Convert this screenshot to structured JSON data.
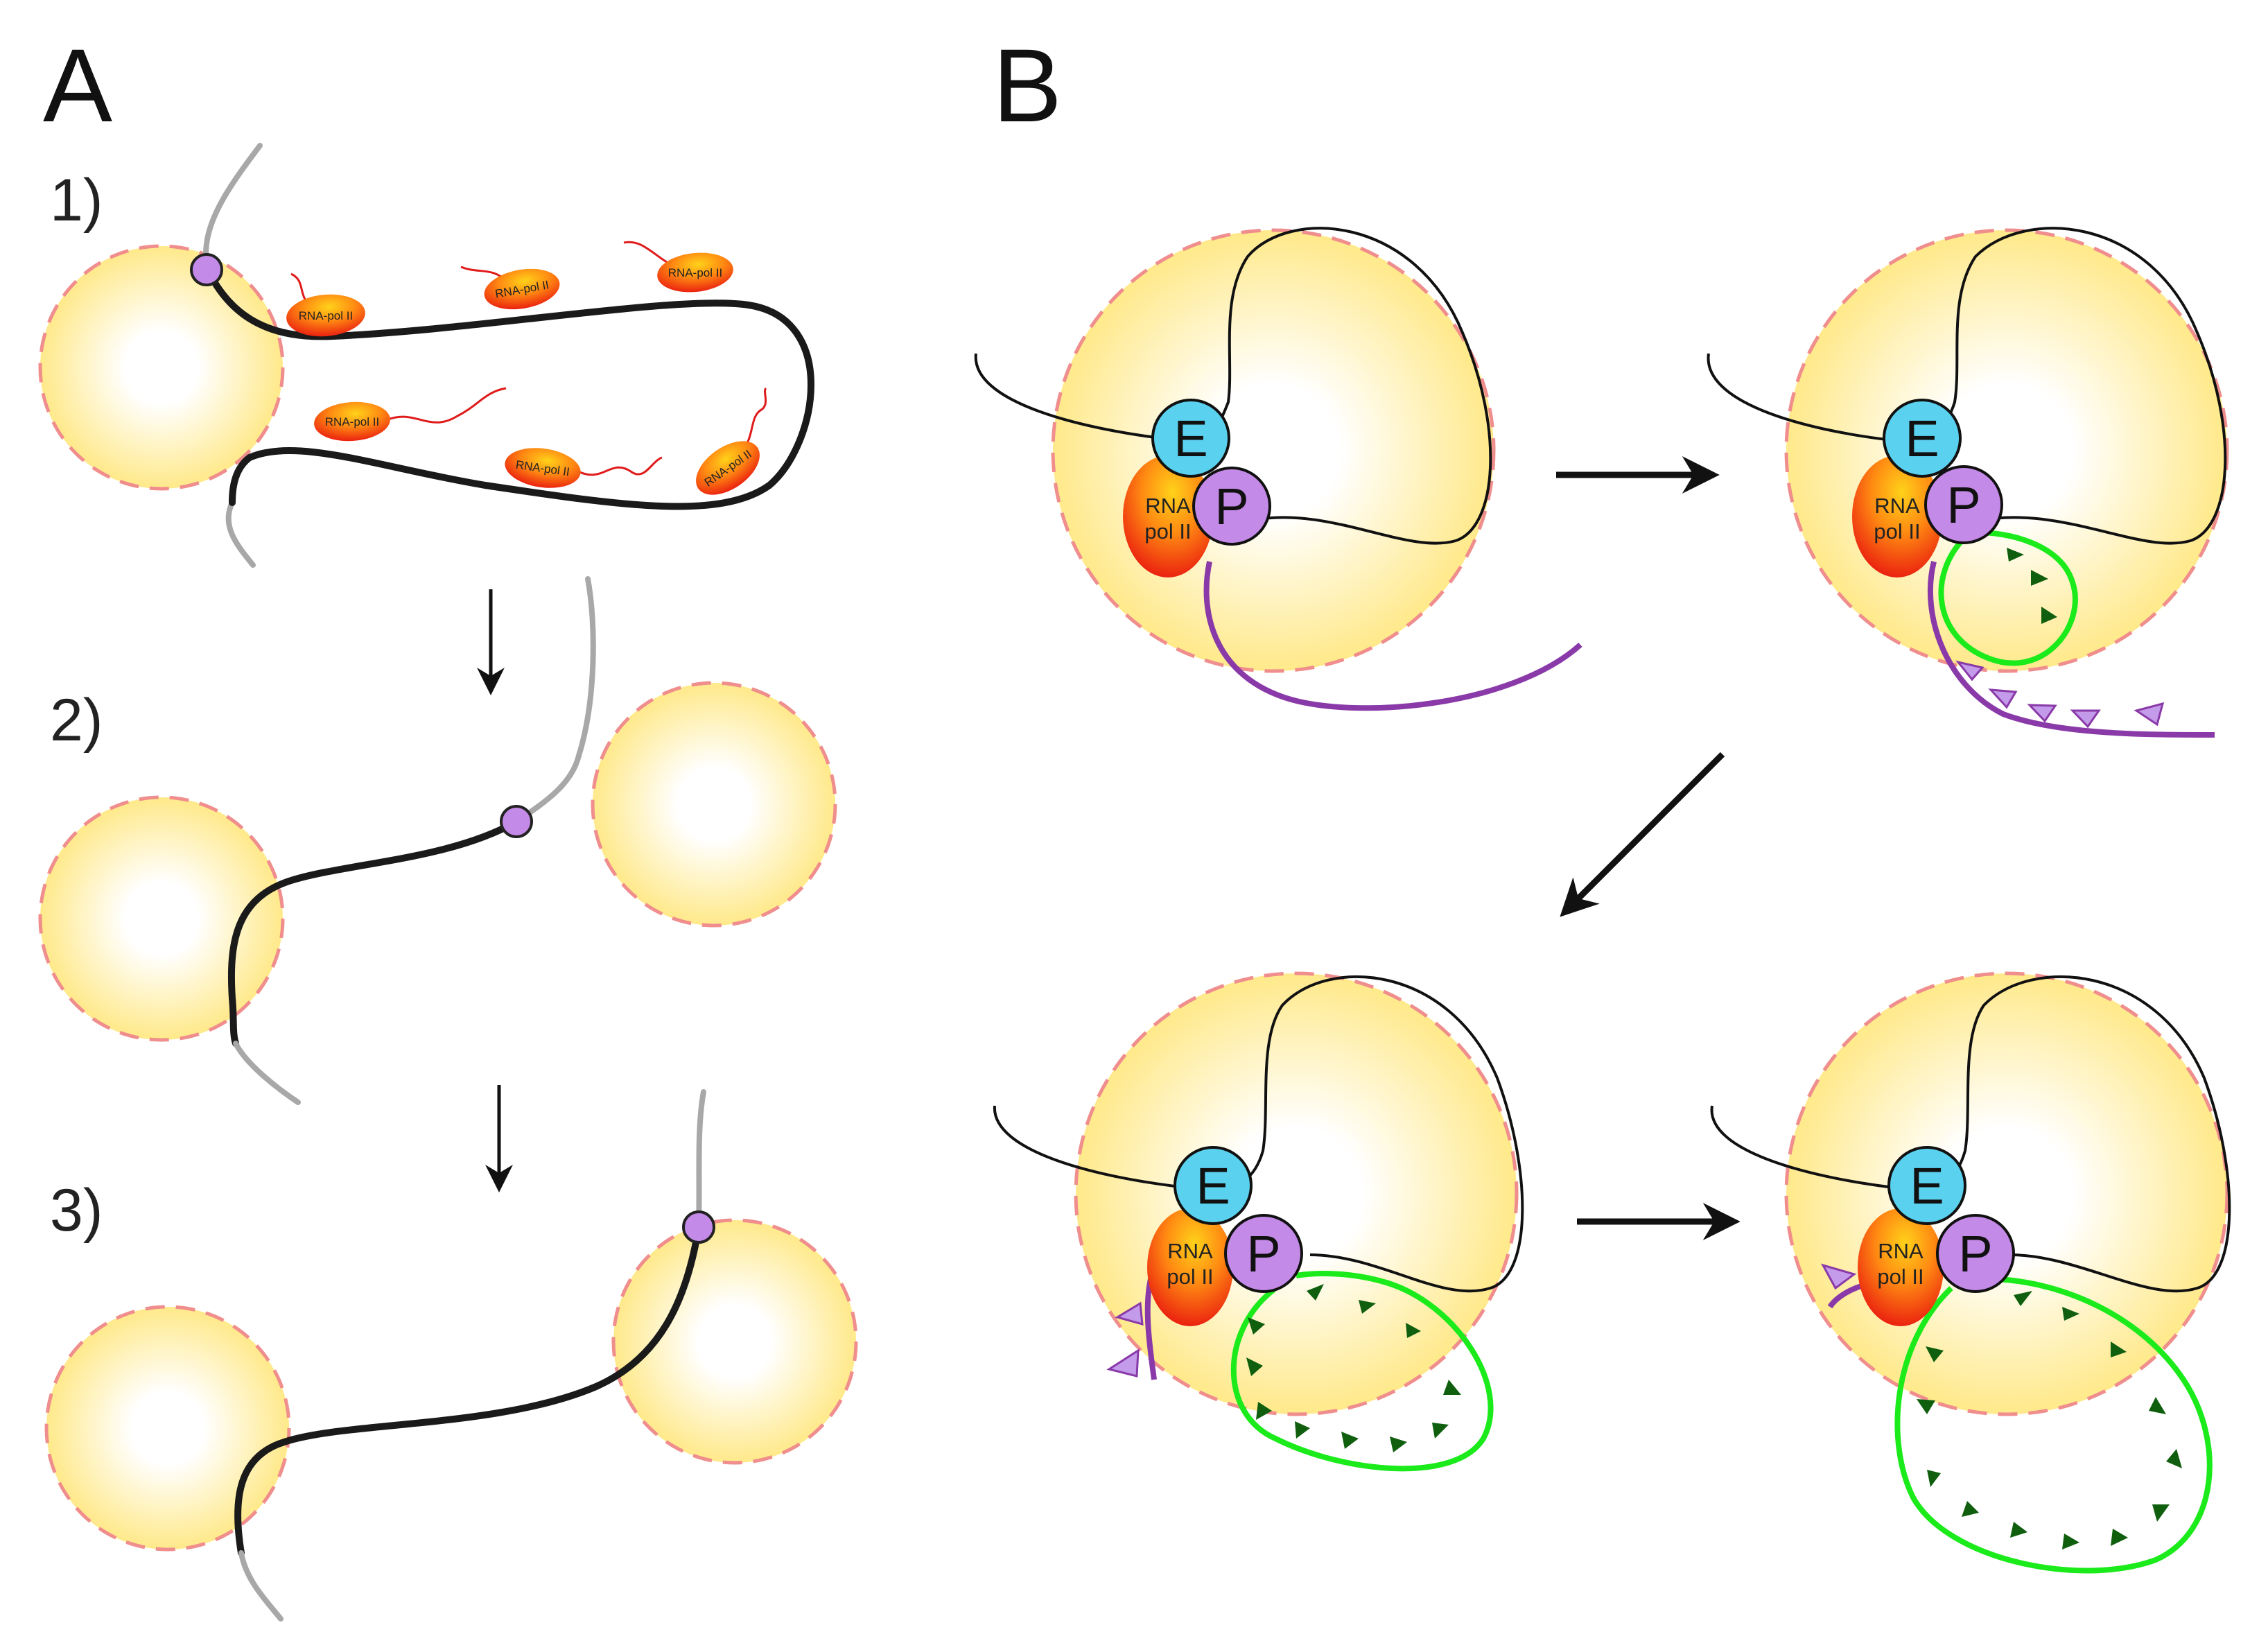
{
  "panels": {
    "a": {
      "label": "A"
    },
    "b": {
      "label": "B"
    }
  },
  "steps": [
    "1)",
    "2)",
    "3)"
  ],
  "labels": {
    "rnapol_small": "RNA-pol II",
    "rnapol_line1": "RNA",
    "rnapol_line2": "pol II",
    "enhancer": "E",
    "promoter": "P"
  },
  "colors": {
    "factory_center": "#ffffff",
    "factory_edge": "#ffe98a",
    "factory_border": "#f08d8d",
    "chromatin_active": "#1a1a1a",
    "chromatin_inactive": "#a8a8a8",
    "pol_outer": "#e8150f",
    "pol_inner": "#ffd21a",
    "transcript": "#e01b1b",
    "enhancer": "#5ad1ef",
    "promoter": "#c48ae8",
    "antisense_rna": "#8a3aa8",
    "sense_rna": "#1bea1b",
    "sense_marker": "#0f5f0f",
    "antisense_marker": "#c49bea",
    "arrow": "#111111"
  }
}
